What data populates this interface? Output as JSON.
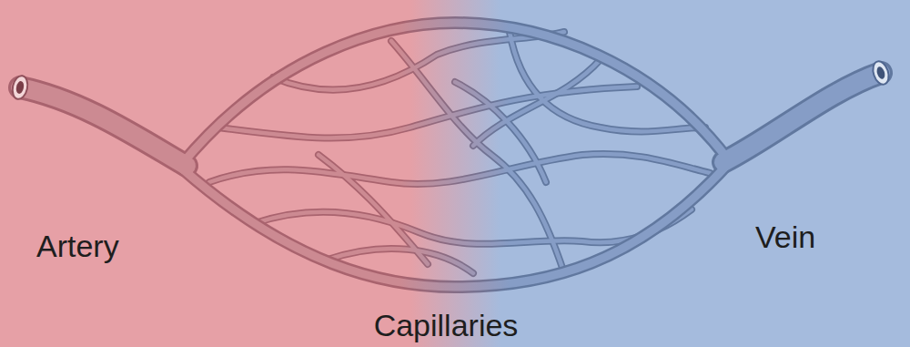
{
  "diagram": {
    "labels": [
      "Artery",
      "Vein",
      "Capillaries"
    ]
  }
}
